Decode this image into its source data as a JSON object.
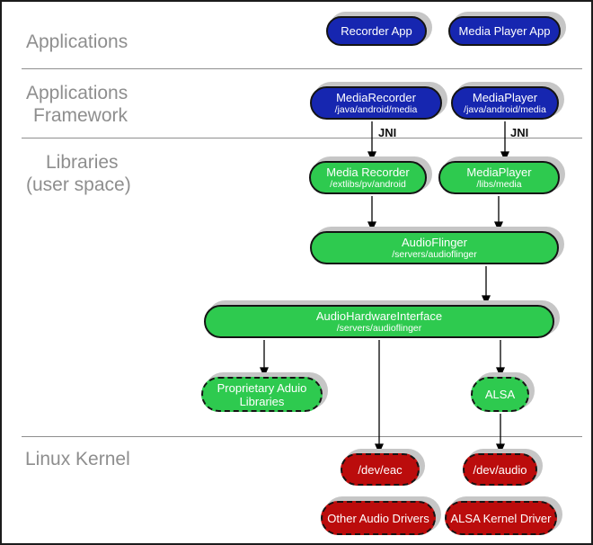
{
  "layers": {
    "applications": {
      "label": "Applications"
    },
    "framework": {
      "line1": "Applications",
      "line2": "Framework"
    },
    "libraries": {
      "line1": "Libraries",
      "line2": "(user space)"
    },
    "kernel": {
      "label": "Linux Kernel"
    }
  },
  "nodes": {
    "recorder_app": {
      "title": "Recorder App"
    },
    "media_player_app": {
      "title": "Media Player App"
    },
    "media_recorder_fw": {
      "title": "MediaRecorder",
      "subtitle": "/java/android/media"
    },
    "media_player_fw": {
      "title": "MediaPlayer",
      "subtitle": "/java/android/media"
    },
    "media_recorder_lib": {
      "title": "Media Recorder",
      "subtitle": "/extlibs/pv/android"
    },
    "media_player_lib": {
      "title": "MediaPlayer",
      "subtitle": "/libs/media"
    },
    "audio_flinger": {
      "title": "AudioFlinger",
      "subtitle": "/servers/audioflinger"
    },
    "audio_hw_interface": {
      "title": "AudioHardwareInterface",
      "subtitle": "/servers/audioflinger"
    },
    "proprietary_libs": {
      "title": "Proprietary Aduio Libraries"
    },
    "alsa": {
      "title": "ALSA"
    },
    "dev_eac": {
      "title": "/dev/eac"
    },
    "dev_audio": {
      "title": "/dev/audio"
    },
    "other_audio_drivers": {
      "title": "Other Audio Drivers"
    },
    "alsa_kernel_driver": {
      "title": "ALSA Kernel Driver"
    }
  },
  "edge_labels": {
    "jni_left": "JNI",
    "jni_right": "JNI"
  },
  "colors": {
    "app_blue": "#1626b0",
    "lib_green": "#2eca4f",
    "kernel_red": "#bb0c0c",
    "pill_shadow": "#c6c6c6",
    "divider_gray": "#8f8f8f",
    "label_gray": "#8e8e8e"
  }
}
